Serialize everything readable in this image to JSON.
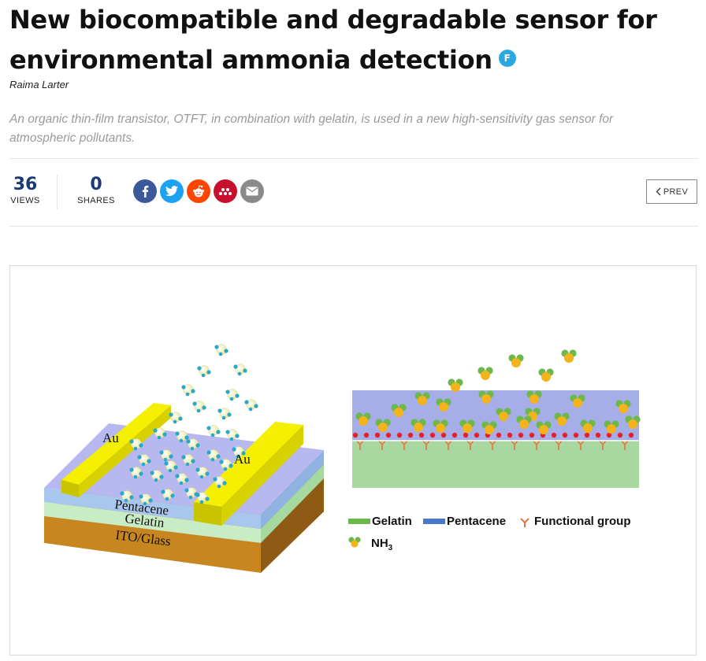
{
  "article": {
    "title_line1": "New biocompatible and degradable sensor for",
    "title_line2": "environmental ammonia detection",
    "badge": "F",
    "author": "Raima Larter",
    "subtitle": "An organic thin-film transistor, OTFT, in combination with gelatin, is used in a new high-sensitivity gas sensor for atmospheric pollutants."
  },
  "stats": {
    "views_count": "36",
    "views_label": "VIEWS",
    "shares_count": "0",
    "shares_label": "SHARES"
  },
  "share_buttons": [
    {
      "icon": "facebook-icon",
      "glyph": "f",
      "color": "#3b5998"
    },
    {
      "icon": "twitter-icon",
      "glyph": "t",
      "color": "#1da1f2"
    },
    {
      "icon": "reddit-icon",
      "glyph": "r",
      "color": "#ff4500"
    },
    {
      "icon": "mix-icon",
      "glyph": "m",
      "color": "#c8102e"
    },
    {
      "icon": "email-icon",
      "glyph": "@",
      "color": "#8a8a8a"
    }
  ],
  "nav": {
    "prev_label": "PREV"
  },
  "figure": {
    "layer_pentacene": "Pentacene",
    "layer_gelatin": "Gelatin",
    "layer_ito": "ITO/Glass",
    "electrode_left": "Au",
    "electrode_right": "Au",
    "legend_gelatin": "Gelatin",
    "legend_pentacene": "Pentacene",
    "legend_functional": "Functional group",
    "legend_nh3_main": "NH",
    "legend_nh3_sub": "3",
    "colors": {
      "gelatin": "#6cb84a",
      "pentacene": "#4a78c8",
      "functional": "#e8743b",
      "ito": "#b87820",
      "gold": "#f5f000"
    }
  }
}
